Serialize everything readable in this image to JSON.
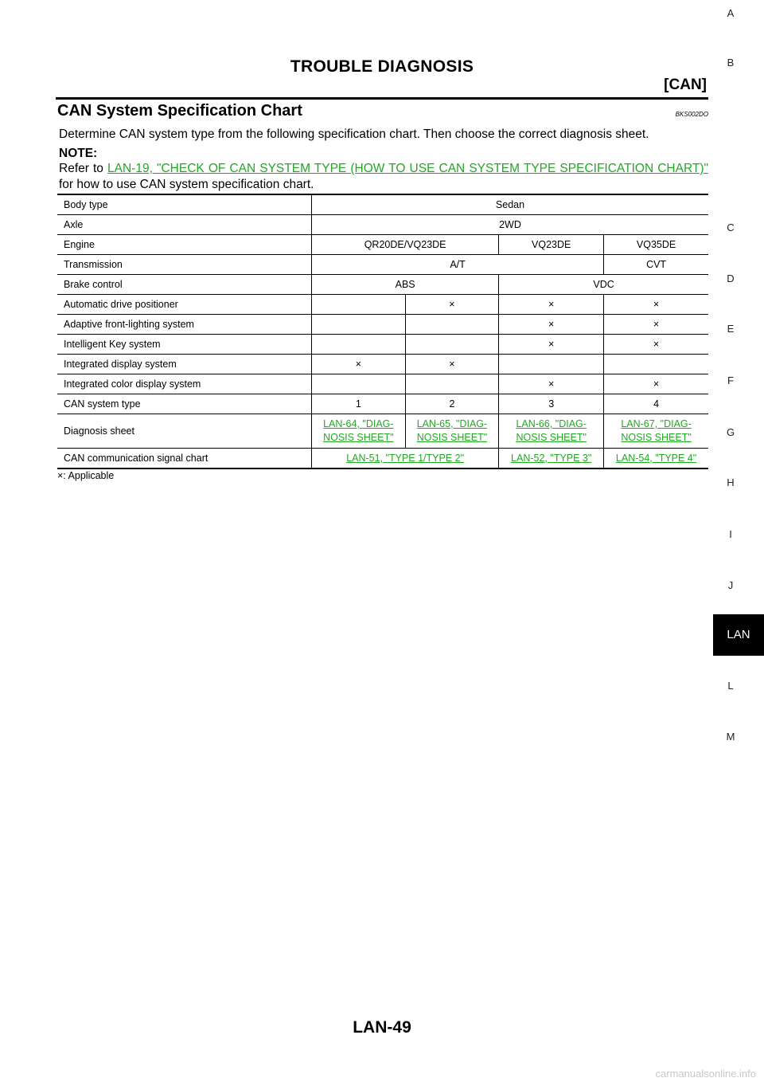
{
  "header": {
    "title": "TROUBLE DIAGNOSIS",
    "subtitle": "[CAN]"
  },
  "section": {
    "title": "CAN System Specification Chart",
    "code": "BKS002DO"
  },
  "intro": "Determine CAN system type from the following specification chart. Then choose the correct diagnosis sheet.",
  "note": {
    "label": "NOTE:",
    "prefix": "Refer to ",
    "link": "LAN-19, \"CHECK OF CAN SYSTEM TYPE (HOW TO USE CAN SYSTEM TYPE SPECIFICATION CHART)\"",
    "suffix": " for how to use CAN system specification chart."
  },
  "table": {
    "body_type": {
      "label": "Body type",
      "value": "Sedan"
    },
    "axle": {
      "label": "Axle",
      "value": "2WD"
    },
    "engine": {
      "label": "Engine",
      "values": [
        "QR20DE/VQ23DE",
        "VQ23DE",
        "VQ35DE"
      ]
    },
    "transmission": {
      "label": "Transmission",
      "values": [
        "A/T",
        "CVT"
      ]
    },
    "brake": {
      "label": "Brake control",
      "values": [
        "ABS",
        "VDC"
      ]
    },
    "options": [
      {
        "label": "Automatic drive positioner",
        "marks": [
          "",
          "×",
          "×",
          "×"
        ]
      },
      {
        "label": "Adaptive front-lighting system",
        "marks": [
          "",
          "",
          "×",
          "×"
        ]
      },
      {
        "label": "Intelligent Key system",
        "marks": [
          "",
          "",
          "×",
          "×"
        ]
      },
      {
        "label": "Integrated display system",
        "marks": [
          "×",
          "×",
          "",
          ""
        ]
      },
      {
        "label": "Integrated color display system",
        "marks": [
          "",
          "",
          "×",
          "×"
        ]
      }
    ],
    "system_type": {
      "label": "CAN system type",
      "values": [
        "1",
        "2",
        "3",
        "4"
      ]
    },
    "diagnosis": {
      "label": "Diagnosis sheet",
      "links": [
        {
          "line1": "LAN-64, \"DIAG-",
          "line2": "NOSIS SHEET\""
        },
        {
          "line1": "LAN-65, \"DIAG-",
          "line2": "NOSIS SHEET\""
        },
        {
          "line1": "LAN-66, \"DIAG-",
          "line2": "NOSIS SHEET\""
        },
        {
          "line1": "LAN-67, \"DIAG-",
          "line2": "NOSIS SHEET\""
        }
      ]
    },
    "signal_chart": {
      "label": "CAN communication signal chart",
      "links": [
        "LAN-51, \"TYPE 1/TYPE 2\"",
        "LAN-52, \"TYPE 3\"",
        "LAN-54, \"TYPE 4\""
      ]
    }
  },
  "footnote": "×: Applicable",
  "sidebar": {
    "letters": [
      "A",
      "B",
      "C",
      "D",
      "E",
      "F",
      "G",
      "H",
      "I",
      "J",
      "L",
      "M"
    ],
    "active_tab": "LAN"
  },
  "page_number": "LAN-49",
  "watermark": "carmanualsonline.info",
  "colors": {
    "link": "#22a822",
    "tab_bg": "#000000"
  }
}
